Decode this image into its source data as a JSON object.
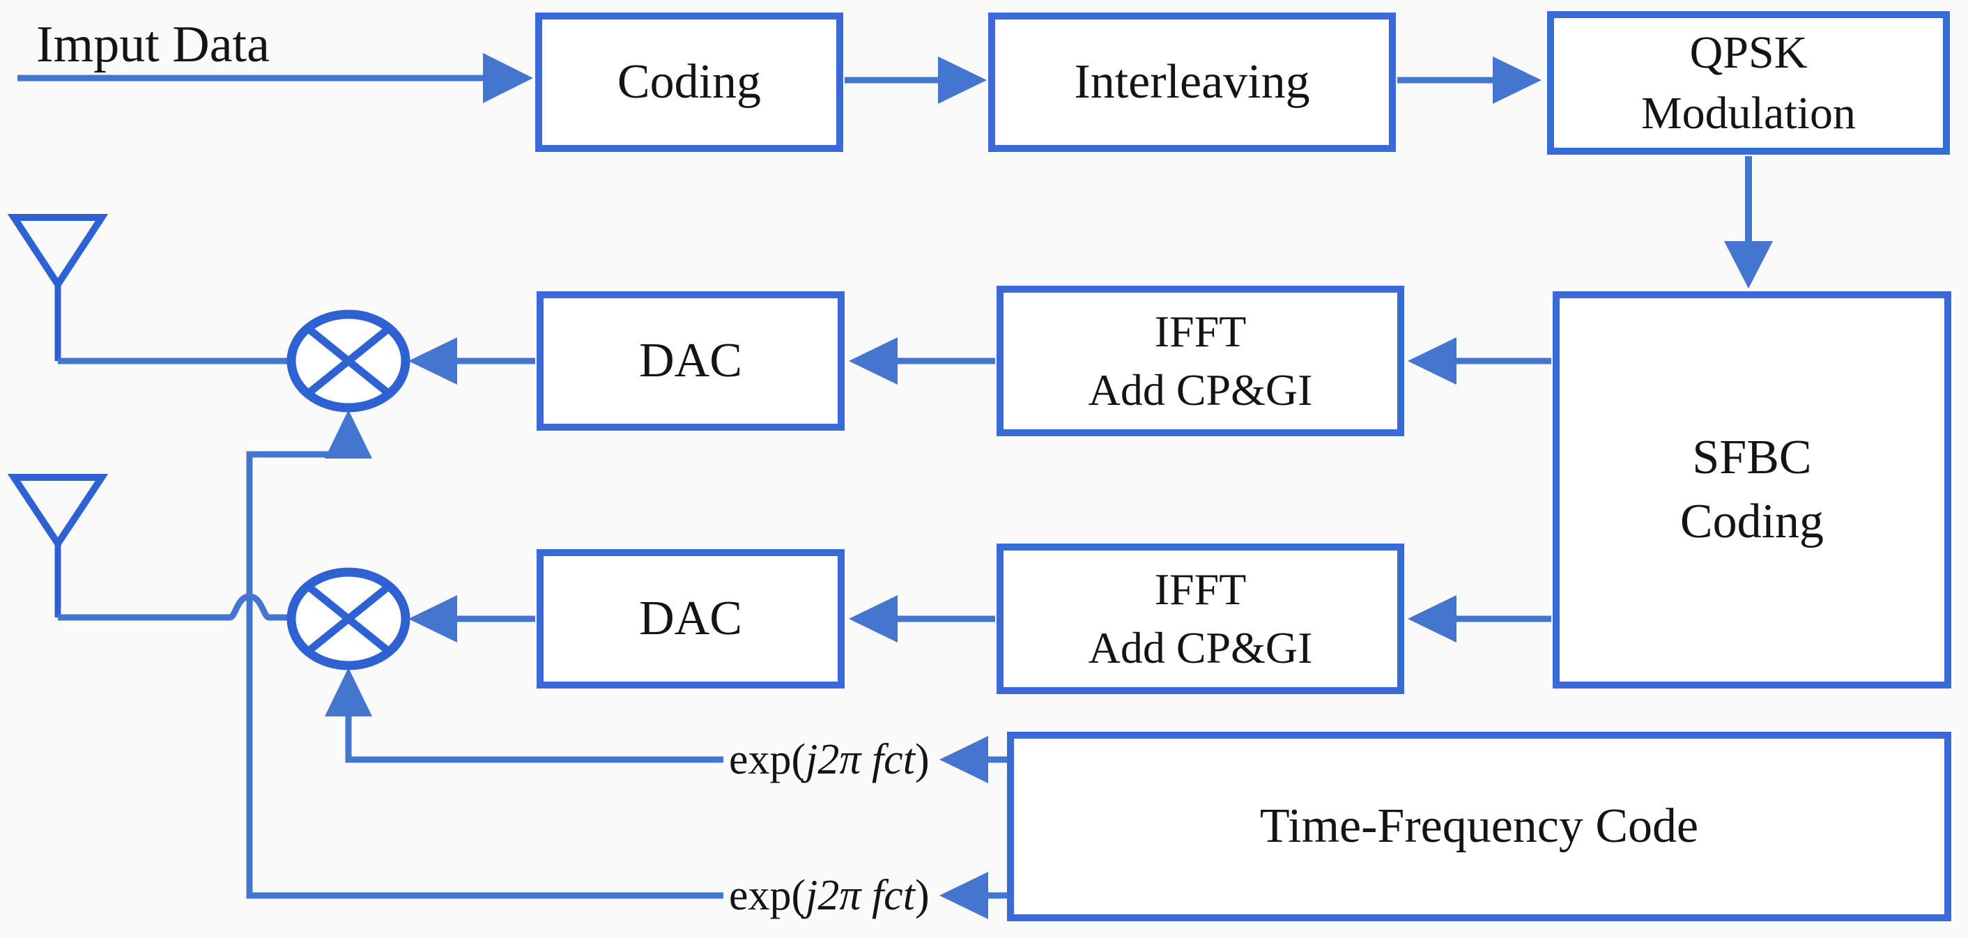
{
  "diagram": {
    "input_label": "Imput Data",
    "boxes": {
      "coding": "Coding",
      "interleaving": "Interleaving",
      "qpsk_line1": "QPSK",
      "qpsk_line2": "Modulation",
      "sfbc_line1": "SFBC",
      "sfbc_line2": "Coding",
      "ifft_line1": "IFFT",
      "ifft_line2": "Add CP&GI",
      "dac": "DAC",
      "tf_code": "Time-Frequency Code"
    },
    "carrier_label": {
      "prefix": "exp( ",
      "math": "j2π fct",
      "suffix": " )"
    },
    "icons": {
      "antenna": "antenna-icon",
      "mixer": "multiplier-mixer-icon"
    }
  },
  "colors": {
    "box_border": "#3a6ad8",
    "wire": "#4475cf",
    "symbol": "#2e62d2",
    "text": "#141414",
    "background": "#fbfafa"
  }
}
